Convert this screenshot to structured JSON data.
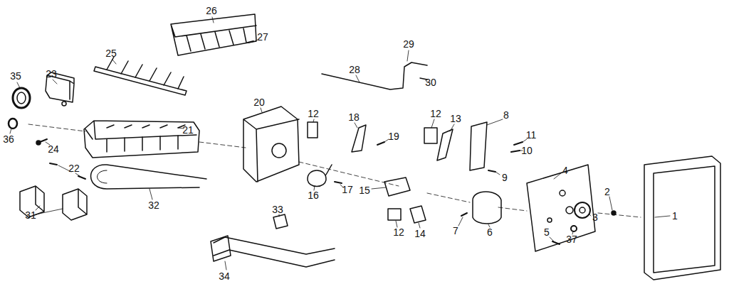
{
  "diagram": {
    "labels": [
      "35",
      "23",
      "26",
      "27",
      "25",
      "36",
      "24",
      "21",
      "20",
      "12",
      "18",
      "19",
      "12",
      "13",
      "8",
      "11",
      "10",
      "9",
      "28",
      "29",
      "30",
      "22",
      "31",
      "32",
      "16",
      "17",
      "15",
      "12",
      "14",
      "7",
      "6",
      "4",
      "5",
      "37",
      "3",
      "2",
      "1",
      "33",
      "34"
    ]
  }
}
